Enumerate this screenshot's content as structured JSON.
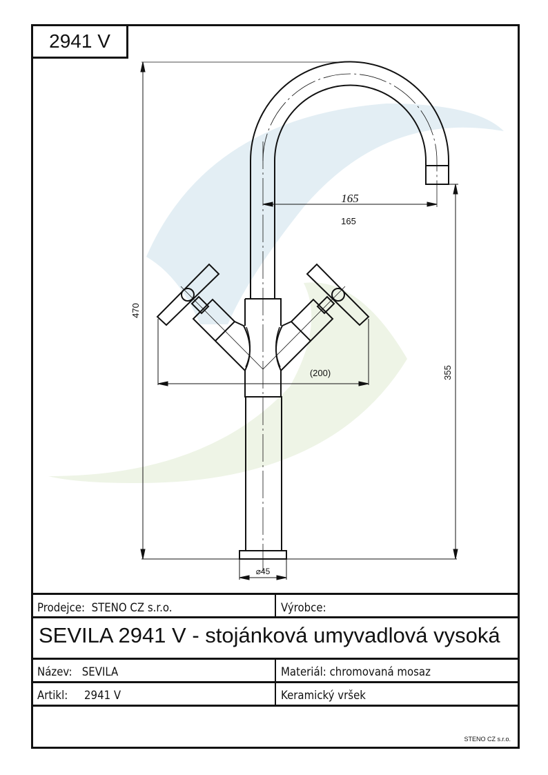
{
  "header": {
    "code": "2941 V"
  },
  "drawing": {
    "dimensions": {
      "total_height": "470",
      "spout_height": "355",
      "spout_reach_italic": "165",
      "spout_reach": "165",
      "handle_span": "(200)",
      "base_diameter": "⌀45"
    },
    "watermark_colors": {
      "blue": "#e3eef4",
      "green": "#eef4e6"
    }
  },
  "title_block": {
    "seller_label": "Prodejce:  STENO CZ s.r.o.",
    "manufacturer_label": "Výrobce:",
    "title": "SEVILA 2941 V - stojánková umyvadlová vysoká",
    "name_label": "Název:   SEVILA",
    "material_label": "Materiál: chromovaná mosaz",
    "article_label": "Artikl:     2941 V",
    "feature_label": "Keramický vršek",
    "footer": "STENO CZ s.r.o."
  }
}
